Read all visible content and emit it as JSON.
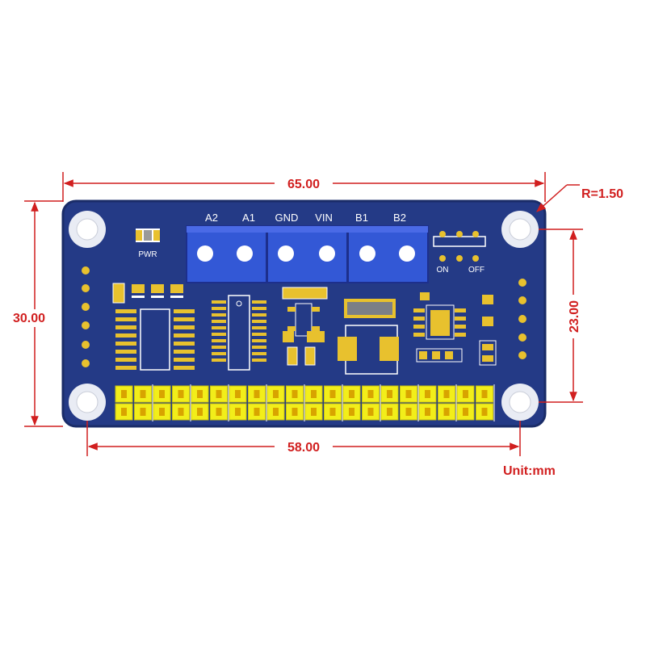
{
  "dimensions": {
    "width_overall": "65.00",
    "height_overall": "30.00",
    "hole_spacing_x": "58.00",
    "hole_spacing_y": "23.00",
    "corner_radius": "R=1.50",
    "unit": "Unit:mm"
  },
  "board_labels": {
    "terminals": [
      "A2",
      "A1",
      "GND",
      "VIN",
      "B1",
      "B2"
    ],
    "pwr": "PWR",
    "switch_on": "ON",
    "switch_off": "OFF"
  },
  "colors": {
    "board": "#243a86",
    "board_dark": "#1b2d6e",
    "terminal_block": "#3358d6",
    "header_pins": "#f2ee1a",
    "dimension_lines": "#d11f1f",
    "pads": "#e8c12e"
  }
}
